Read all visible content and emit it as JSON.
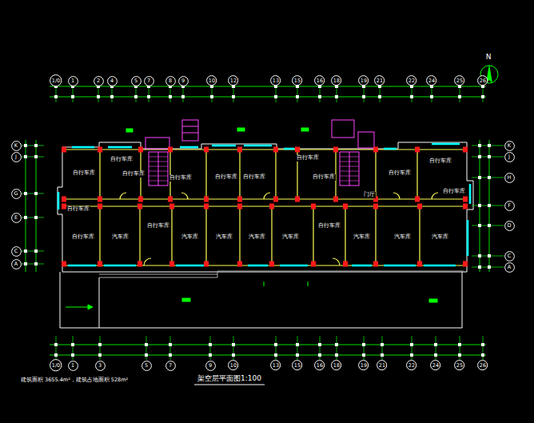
{
  "diagram": {
    "title": "架空层平面图1:100",
    "nodes": [
      {
        "text": [
          "1/0"
        ]
      },
      {
        "text": [
          "1"
        ]
      },
      {
        "text": [
          "2"
        ]
      },
      {
        "text": [
          "4"
        ]
      },
      {
        "text": [
          "5"
        ]
      },
      {
        "text": [
          "7"
        ]
      },
      {
        "text": [
          "8"
        ]
      },
      {
        "text": [
          "9"
        ]
      },
      {
        "text": [
          "10"
        ]
      },
      {
        "text": [
          "12"
        ]
      },
      {
        "text": [
          "13"
        ]
      },
      {
        "text": [
          "15"
        ]
      },
      {
        "text": [
          "16"
        ]
      },
      {
        "text": [
          "18"
        ]
      },
      {
        "text": [
          "19"
        ]
      },
      {
        "text": [
          "21"
        ]
      },
      {
        "text": [
          "22"
        ]
      },
      {
        "text": [
          "24"
        ]
      },
      {
        "text": [
          "25"
        ]
      },
      {
        "text": [
          "26"
        ]
      },
      {
        "text": [
          "K"
        ]
      },
      {
        "text": [
          "J"
        ]
      },
      {
        "text": [
          "G"
        ]
      },
      {
        "text": [
          "E"
        ]
      },
      {
        "text": [
          "C"
        ]
      },
      {
        "text": [
          "A"
        ]
      },
      {
        "text": [
          "K"
        ]
      },
      {
        "text": [
          "J"
        ]
      },
      {
        "text": [
          "H"
        ]
      },
      {
        "text": [
          "F"
        ]
      },
      {
        "text": [
          "D"
        ]
      },
      {
        "text": [
          "C"
        ]
      },
      {
        "text": [
          "A"
        ]
      },
      {
        "text": [
          "1/0"
        ]
      },
      {
        "text": [
          "1"
        ]
      },
      {
        "text": [
          "3"
        ]
      },
      {
        "text": [
          "5"
        ]
      },
      {
        "text": [
          "7"
        ]
      },
      {
        "text": [
          "9"
        ]
      },
      {
        "text": [
          "10"
        ]
      },
      {
        "text": [
          "13"
        ]
      },
      {
        "text": [
          "15"
        ]
      },
      {
        "text": [
          "16"
        ]
      },
      {
        "text": [
          "18"
        ]
      },
      {
        "text": [
          "19"
        ]
      },
      {
        "text": [
          "21"
        ]
      },
      {
        "text": [
          "22"
        ]
      },
      {
        "text": [
          "24"
        ]
      },
      {
        "text": [
          "25"
        ]
      },
      {
        "text": [
          "26"
        ]
      }
    ],
    "labels": [
      "自行车库",
      "自行车库",
      "自行车库",
      "自行车库",
      "自行车库",
      "自行车库",
      "自行车库",
      "自行车库",
      "自行车库",
      "自行车库",
      "自行车库",
      "自行车库",
      "门厅",
      "自行车库",
      "汽车库",
      "自行车库",
      "汽车库",
      "汽车库",
      "汽车库",
      "汽车库",
      "自行车库",
      "汽车库",
      "汽车库",
      "汽车库",
      "N",
      "建筑面积 3655.4m²，建筑占地面积 528m²"
    ]
  }
}
